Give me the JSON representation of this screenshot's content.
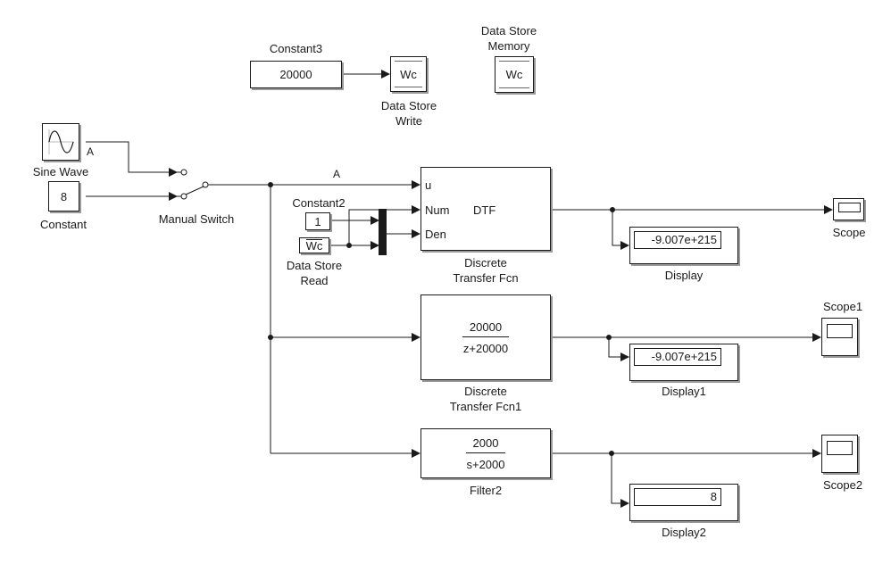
{
  "blocks": {
    "constant3": {
      "name": "Constant3",
      "value": "20000"
    },
    "data_store_write": {
      "name_line1": "Data Store",
      "name_line2": "Write",
      "variable": "Wc"
    },
    "data_store_memory": {
      "name_line1": "Data Store",
      "name_line2": "Memory",
      "variable": "Wc"
    },
    "sine_wave": {
      "name": "Sine Wave",
      "port_label": "A"
    },
    "constant": {
      "name": "Constant",
      "value": "8"
    },
    "manual_switch": {
      "name": "Manual Switch"
    },
    "signal_label": "A",
    "constant2": {
      "name": "Constant2",
      "value": "1"
    },
    "data_store_read": {
      "name_line1": "Data Store",
      "name_line2": "Read",
      "variable": "Wc"
    },
    "discrete_transfer_fcn": {
      "name_line1": "Discrete",
      "name_line2": "Transfer Fcn",
      "ports": [
        "u",
        "Num",
        "Den"
      ],
      "label": "DTF"
    },
    "display": {
      "name": "Display",
      "value": "-9.007e+215"
    },
    "scope": {
      "name": "Scope"
    },
    "discrete_transfer_fcn1": {
      "name_line1": "Discrete",
      "name_line2": "Transfer Fcn1",
      "numerator": "20000",
      "denominator": "z+20000"
    },
    "display1": {
      "name": "Display1",
      "value": "-9.007e+215"
    },
    "scope1": {
      "name": "Scope1"
    },
    "filter2": {
      "name": "Filter2",
      "numerator": "2000",
      "denominator": "s+2000"
    },
    "display2": {
      "name": "Display2",
      "value": "8"
    },
    "scope2": {
      "name": "Scope2"
    }
  }
}
